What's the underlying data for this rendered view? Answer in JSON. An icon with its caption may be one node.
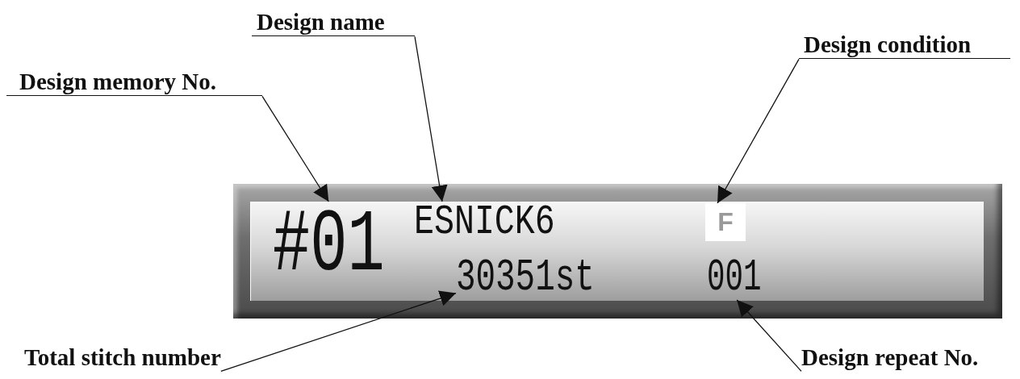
{
  "diagram": {
    "nodes": [
      {
        "text": [
          "Design name"
        ]
      },
      {
        "text": [
          "Design condition"
        ]
      },
      {
        "text": [
          "Design memory No."
        ]
      },
      {
        "text": [],
        "shape": "box"
      },
      {
        "text": [
          "#01"
        ],
        "in": 3
      },
      {
        "text": [
          "ESNICK6"
        ],
        "in": 3
      },
      {
        "text": [
          "F"
        ],
        "in": 3
      },
      {
        "text": [
          "30351st"
        ],
        "in": 3
      },
      {
        "text": [
          "001"
        ],
        "in": 3
      },
      {
        "text": [
          "Total stitch number"
        ]
      },
      {
        "text": [
          "Design repeat No."
        ]
      }
    ],
    "edges": [
      {
        "from": 2,
        "to": 4,
        "arrow": "to"
      },
      {
        "from": 0,
        "to": 5,
        "arrow": "to"
      },
      {
        "from": 1,
        "to": 6,
        "arrow": "to"
      },
      {
        "from": 9,
        "to": 7,
        "arrow": "to"
      },
      {
        "from": 10,
        "to": 8,
        "arrow": "to"
      }
    ]
  }
}
